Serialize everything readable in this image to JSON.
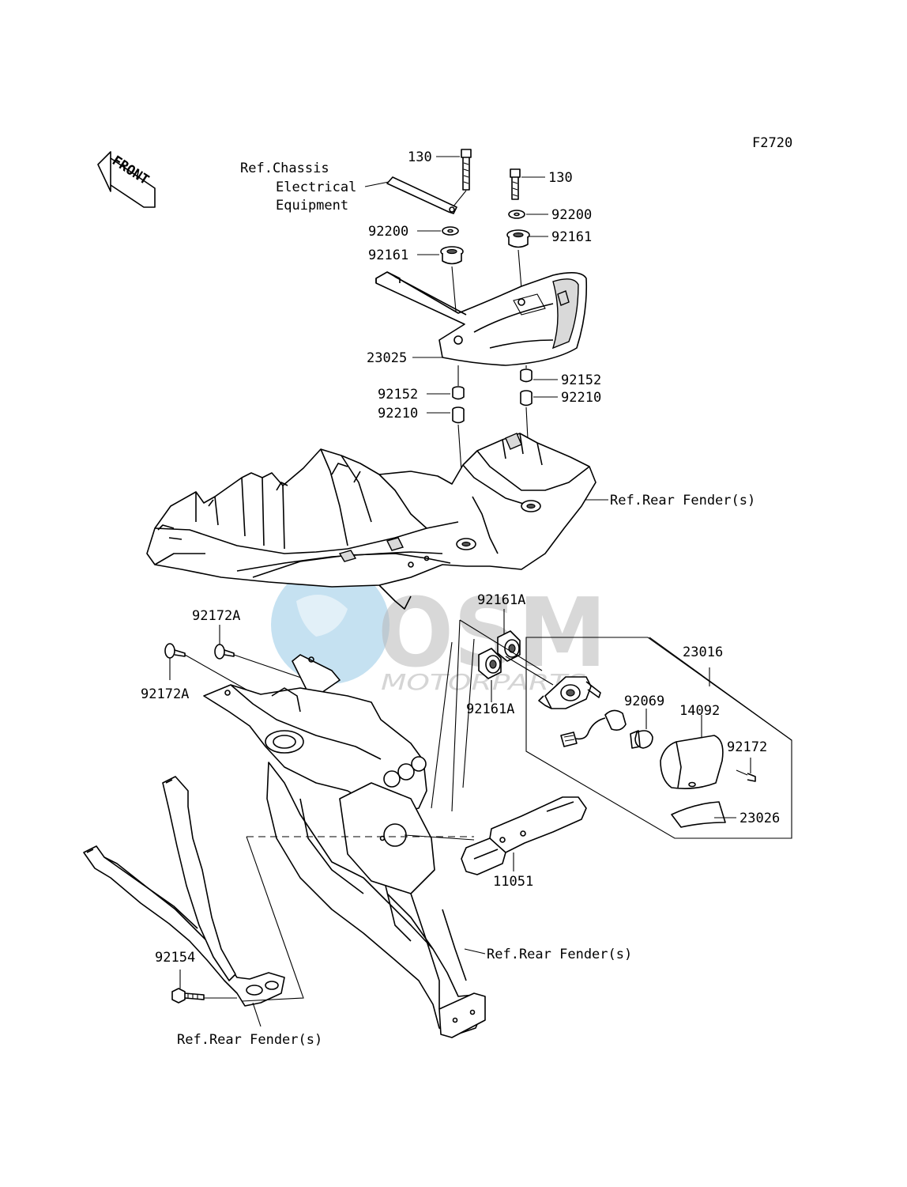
{
  "figure_code": "F2720",
  "front_badge": "FRONT",
  "watermark": {
    "main": "OSM",
    "sub": "MOTORPARTS"
  },
  "refs": {
    "chassis": [
      "Ref.Chassis",
      "Electrical",
      "Equipment"
    ],
    "rear_fender_top": "Ref.Rear Fender(s)",
    "rear_fender_mid": "Ref.Rear Fender(s)",
    "rear_fender_bottom": "Ref.Rear Fender(s)"
  },
  "callouts": {
    "c130_a": "130",
    "c130_b": "130",
    "c92200_a": "92200",
    "c92200_b": "92200",
    "c92161_a": "92161",
    "c92161_b": "92161",
    "c23025": "23025",
    "c92152_a": "92152",
    "c92152_b": "92152",
    "c92210_a": "92210",
    "c92210_b": "92210",
    "c92161A_a": "92161A",
    "c92161A_b": "92161A",
    "c92172A_a": "92172A",
    "c92172A_b": "92172A",
    "c23016": "23016",
    "c92069": "92069",
    "c14092": "14092",
    "c92172": "92172",
    "c23026": "23026",
    "c11051": "11051",
    "c92154": "92154"
  },
  "colors": {
    "line": "#000000",
    "background": "#ffffff",
    "watermark_blue": "#5aa9d6",
    "watermark_gray": "#b9b9b9"
  }
}
